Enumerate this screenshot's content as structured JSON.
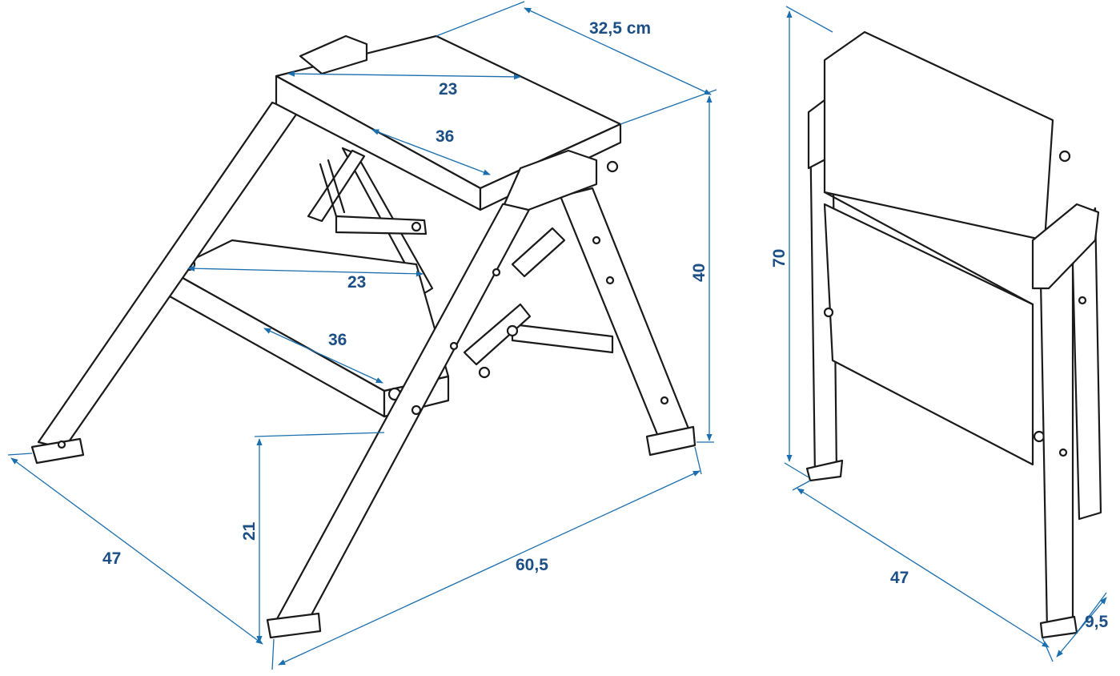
{
  "diagram": {
    "colors": {
      "dimension": "#1b6fae",
      "label": "#1b4f86",
      "outline": "#1a1a1a",
      "fill": "#ffffff"
    },
    "open_view": {
      "labels": {
        "top_depth_total": "32,5 cm",
        "top_step_inner": "23",
        "top_step_width": "36",
        "lower_step_inner": "23",
        "lower_step_width": "36",
        "total_height": "40",
        "step_height": "21",
        "base_depth": "47",
        "base_length": "60,5"
      }
    },
    "folded_view": {
      "labels": {
        "height": "70",
        "width": "47",
        "thickness": "9,5"
      }
    }
  }
}
